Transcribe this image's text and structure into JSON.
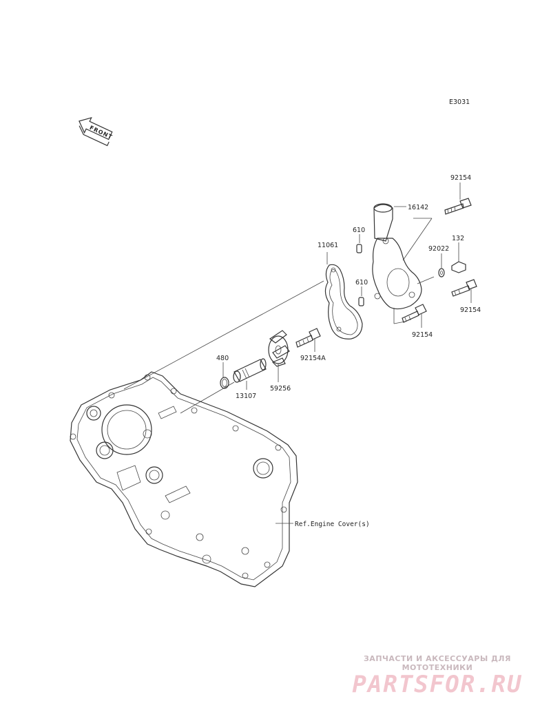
{
  "diagram_code": "E3031",
  "front_label": "FRONT",
  "part_labels": {
    "p92154_top": "92154",
    "p16142": "16142",
    "p610_a": "610",
    "p610_b": "610",
    "p11061": "11061",
    "p92022": "92022",
    "p132": "132",
    "p92154_right": "92154",
    "p92154_bottom": "92154",
    "p92154A": "92154A",
    "p480": "480",
    "p13107": "13107",
    "p59256": "59256"
  },
  "reference_label": "Ref.Engine Cover(s)",
  "watermark": {
    "subtitle": "ЗАПЧАСТИ И АКСЕССУАРЫ ДЛЯ МОТОТЕХНИКИ",
    "brand": "PARTSFOR.RU"
  }
}
